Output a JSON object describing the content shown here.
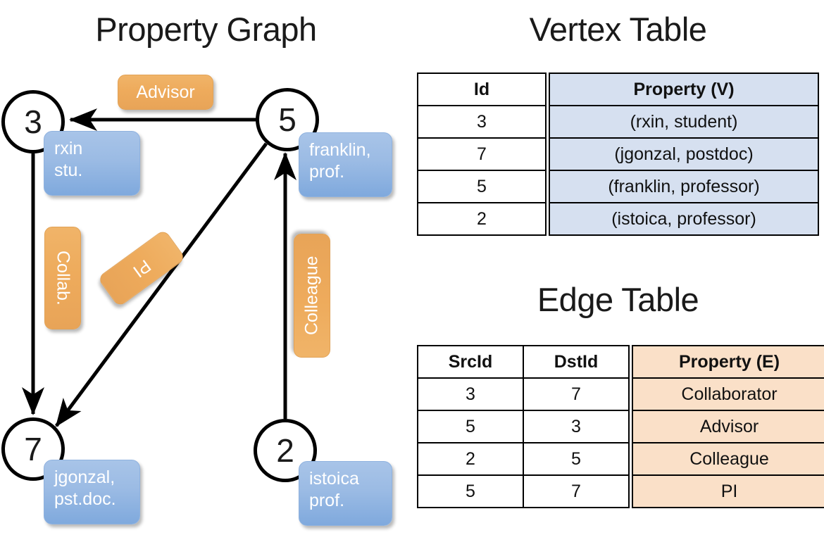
{
  "graph": {
    "title": "Property Graph",
    "nodes": [
      {
        "id": "3",
        "property_lines": [
          "rxin",
          "stu."
        ]
      },
      {
        "id": "5",
        "property_lines": [
          "franklin,",
          "prof."
        ]
      },
      {
        "id": "7",
        "property_lines": [
          "jgonzal,",
          "pst.doc."
        ]
      },
      {
        "id": "2",
        "property_lines": [
          "istoica",
          "prof."
        ]
      }
    ],
    "edge_labels": [
      {
        "name": "advisor-label",
        "text": "Advisor",
        "orientation": "horizontal"
      },
      {
        "name": "collab-label",
        "text": "Collab.",
        "orientation": "vertical"
      },
      {
        "name": "pi-label",
        "text": "PI",
        "orientation": "diagonal"
      },
      {
        "name": "colleague-label",
        "text": "Colleague",
        "orientation": "vertical"
      }
    ],
    "edges": [
      {
        "from": "5",
        "to": "3",
        "label": "Advisor"
      },
      {
        "from": "3",
        "to": "7",
        "label": "Collab."
      },
      {
        "from": "5",
        "to": "7",
        "label": "PI"
      },
      {
        "from": "2",
        "to": "5",
        "label": "Colleague"
      }
    ]
  },
  "vertex_table": {
    "title": "Vertex Table",
    "headers": [
      "Id",
      "Property (V)"
    ],
    "rows": [
      {
        "id": "3",
        "property": "(rxin, student)"
      },
      {
        "id": "7",
        "property": "(jgonzal, postdoc)"
      },
      {
        "id": "5",
        "property": "(franklin, professor)"
      },
      {
        "id": "2",
        "property": "(istoica, professor)"
      }
    ]
  },
  "edge_table": {
    "title": "Edge Table",
    "headers": [
      "SrcId",
      "DstId",
      "Property (E)"
    ],
    "rows": [
      {
        "src": "3",
        "dst": "7",
        "property": "Collaborator"
      },
      {
        "src": "5",
        "dst": "3",
        "property": "Advisor"
      },
      {
        "src": "2",
        "dst": "5",
        "property": "Colleague"
      },
      {
        "src": "5",
        "dst": "7",
        "property": "PI"
      }
    ]
  },
  "colors": {
    "vertex_property_fill": "#d6e0f0",
    "edge_property_fill": "#fae0c8",
    "node_box_blue": "#8fb4e3",
    "edge_label_orange": "#eead5f",
    "stroke": "#000000",
    "background": "#ffffff"
  }
}
